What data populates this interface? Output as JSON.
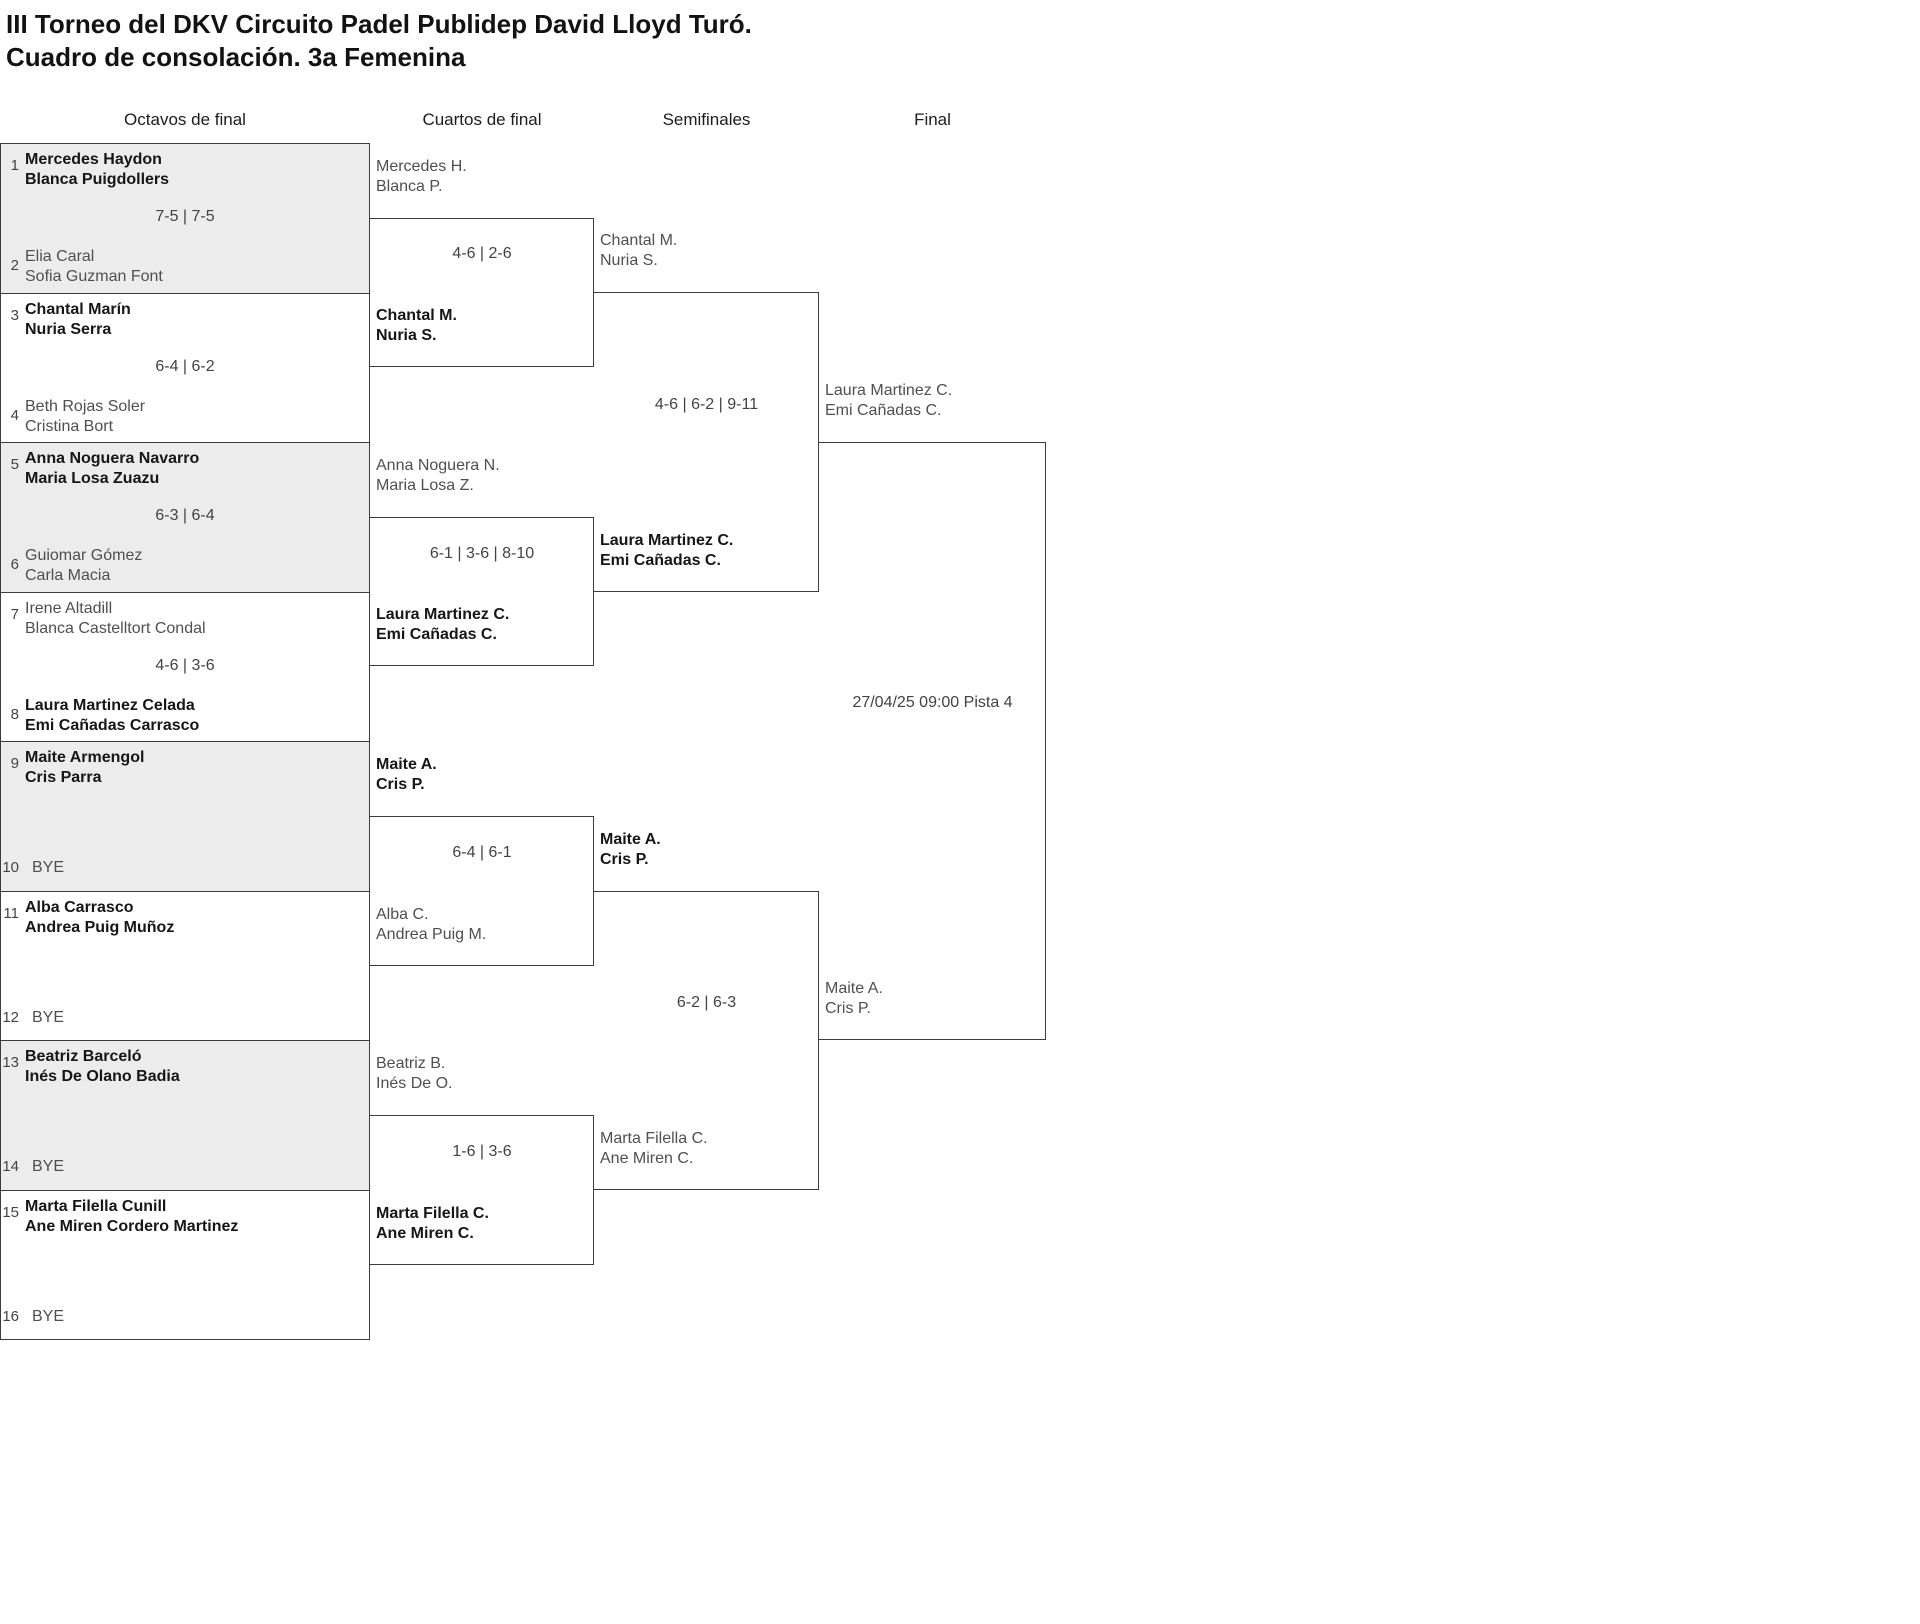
{
  "title": {
    "line1": "III Torneo del DKV Circuito Padel Publidep David Lloyd Turó.",
    "line2": "Cuadro de consolación. 3a Femenina"
  },
  "rounds": {
    "r16": "Octavos de final",
    "qf": "Cuartos de final",
    "sf": "Semifinales",
    "f": "Final"
  },
  "octavos": [
    {
      "seed1": "1",
      "team1a": "Mercedes Haydon",
      "team1b": "Blanca Puigdollers",
      "score": "7-5 | 7-5",
      "seed2": "2",
      "team2a": "Elia Caral",
      "team2b": "Sofia Guzman Font"
    },
    {
      "seed1": "3",
      "team1a": "Chantal Marín",
      "team1b": "Nuria Serra",
      "score": "6-4 | 6-2",
      "seed2": "4",
      "team2a": "Beth Rojas Soler",
      "team2b": "Cristina Bort"
    },
    {
      "seed1": "5",
      "team1a": "Anna Noguera Navarro",
      "team1b": "Maria Losa Zuazu",
      "score": "6-3 | 6-4",
      "seed2": "6",
      "team2a": "Guiomar Gómez",
      "team2b": "Carla Macia"
    },
    {
      "seed1": "7",
      "team1a": "Irene Altadill",
      "team1b": "Blanca Castelltort Condal",
      "score": "4-6 | 3-6",
      "seed2": "8",
      "team2a": "Laura Martinez Celada",
      "team2b": "Emi Cañadas Carrasco"
    },
    {
      "seed1": "9",
      "team1a": "Maite Armengol",
      "team1b": "Cris Parra",
      "score": "",
      "seed2": "10",
      "bye": "BYE"
    },
    {
      "seed1": "11",
      "team1a": "Alba Carrasco",
      "team1b": "Andrea Puig Muñoz",
      "score": "",
      "seed2": "12",
      "bye": "BYE"
    },
    {
      "seed1": "13",
      "team1a": "Beatriz Barceló",
      "team1b": "Inés De Olano Badia",
      "score": "",
      "seed2": "14",
      "bye": "BYE"
    },
    {
      "seed1": "15",
      "team1a": "Marta Filella Cunill",
      "team1b": "Ane Miren Cordero Martinez",
      "score": "",
      "seed2": "16",
      "bye": "BYE"
    }
  ],
  "cuartos": [
    {
      "team1a": "Mercedes H.",
      "team1b": "Blanca P.",
      "score": "4-6 | 2-6",
      "team2a": "Chantal M.",
      "team2b": "Nuria S."
    },
    {
      "team1a": "Anna Noguera N.",
      "team1b": "Maria Losa Z.",
      "score": "6-1 | 3-6 | 8-10",
      "team2a": "Laura Martinez C.",
      "team2b": "Emi Cañadas C."
    },
    {
      "team1a": "Maite A.",
      "team1b": "Cris P.",
      "score": "6-4 | 6-1",
      "team2a": "Alba C.",
      "team2b": "Andrea Puig M."
    },
    {
      "team1a": "Beatriz B.",
      "team1b": "Inés De O.",
      "score": "1-6 | 3-6",
      "team2a": "Marta Filella C.",
      "team2b": "Ane Miren C."
    }
  ],
  "semifinales": [
    {
      "team1a": "Chantal M.",
      "team1b": "Nuria S.",
      "score": "4-6 | 6-2 | 9-11",
      "team2a": "Laura Martinez C.",
      "team2b": "Emi Cañadas C."
    },
    {
      "team1a": "Maite A.",
      "team1b": "Cris P.",
      "score": "6-2 | 6-3",
      "team2a": "Marta Filella C.",
      "team2b": "Ane Miren C."
    }
  ],
  "final": {
    "team1a": "Laura Martinez C.",
    "team1b": "Emi Cañadas C.",
    "schedule": "27/04/25 09:00 Pista 4",
    "team2a": "Maite A.",
    "team2b": "Cris P."
  }
}
